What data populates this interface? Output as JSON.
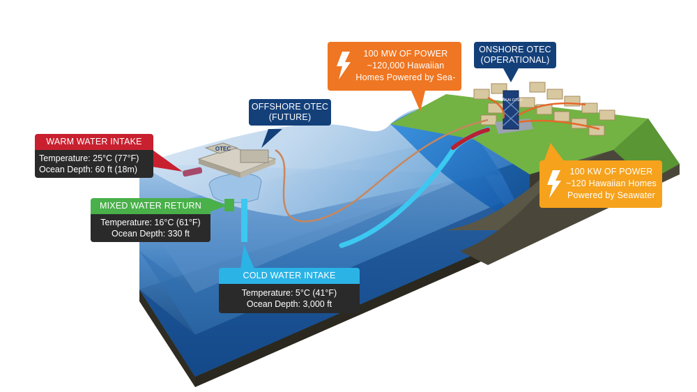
{
  "warm_intake": {
    "title": "WARM WATER INTAKE",
    "temperature": "Temperature: 25°C (77°F)",
    "depth": "Ocean Depth: 60 ft (18m)"
  },
  "mixed_return": {
    "title": "MIXED WATER RETURN",
    "temperature": "Temperature: 16°C (61°F)",
    "depth": "Ocean Depth: 330 ft"
  },
  "cold_intake": {
    "title": "COLD WATER INTAKE",
    "temperature": "Temperature: 5°C (41°F)",
    "depth": "Ocean Depth: 3,000 ft"
  },
  "offshore": {
    "line1": "OFFSHORE OTEC",
    "line2": "(FUTURE)"
  },
  "onshore": {
    "line1": "ONSHORE OTEC",
    "line2": "(OPERATIONAL)"
  },
  "power_100mw": {
    "line1": "100 MW OF POWER",
    "line2": "~120,000 Hawaiian",
    "line3": "Homes Powered by Sea-"
  },
  "power_100kw": {
    "line1": "100 KW OF POWER",
    "line2": "~120 Hawaiian Homes",
    "line3": "Powered by Seawater"
  },
  "platform_label": "OTEC",
  "tower_label": "MAKAI OTEC",
  "colors": {
    "red": "#c8202f",
    "green": "#49b04a",
    "cyan": "#2bb3e6",
    "navy": "#14407a",
    "orange": "#ef7622",
    "yellow": "#f6a21c",
    "dark": "#2a2a2a"
  }
}
